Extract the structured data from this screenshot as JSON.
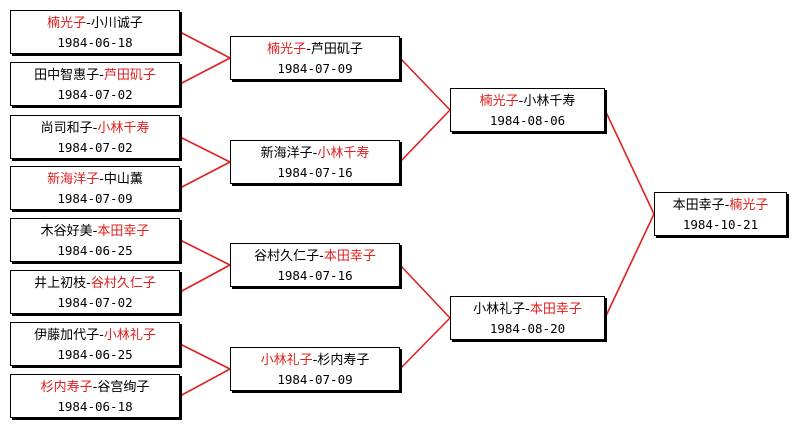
{
  "colors": {
    "winner": "#e02020",
    "text": "#000000",
    "connector": "#e02020",
    "border": "#000000"
  },
  "matches": [
    {
      "id": "r1m1",
      "round": 1,
      "p1": "楠光子",
      "p2": "小川诚子",
      "winner": 1,
      "date": "1984-06-18"
    },
    {
      "id": "r1m2",
      "round": 1,
      "p1": "田中智惠子",
      "p2": "芦田矶子",
      "winner": 2,
      "date": "1984-07-02"
    },
    {
      "id": "r1m3",
      "round": 1,
      "p1": "尚司和子",
      "p2": "小林千寿",
      "winner": 2,
      "date": "1984-07-02"
    },
    {
      "id": "r1m4",
      "round": 1,
      "p1": "新海洋子",
      "p2": "中山薫",
      "winner": 1,
      "date": "1984-07-09"
    },
    {
      "id": "r1m5",
      "round": 1,
      "p1": "木谷好美",
      "p2": "本田幸子",
      "winner": 2,
      "date": "1984-06-25"
    },
    {
      "id": "r1m6",
      "round": 1,
      "p1": "井上初枝",
      "p2": "谷村久仁子",
      "winner": 2,
      "date": "1984-07-02"
    },
    {
      "id": "r1m7",
      "round": 1,
      "p1": "伊藤加代子",
      "p2": "小林礼子",
      "winner": 2,
      "date": "1984-06-25"
    },
    {
      "id": "r1m8",
      "round": 1,
      "p1": "杉内寿子",
      "p2": "谷宫绚子",
      "winner": 1,
      "date": "1984-06-18"
    },
    {
      "id": "r2m1",
      "round": 2,
      "p1": "楠光子",
      "p2": "芦田矶子",
      "winner": 1,
      "date": "1984-07-09"
    },
    {
      "id": "r2m2",
      "round": 2,
      "p1": "新海洋子",
      "p2": "小林千寿",
      "winner": 2,
      "date": "1984-07-16"
    },
    {
      "id": "r2m3",
      "round": 2,
      "p1": "谷村久仁子",
      "p2": "本田幸子",
      "winner": 2,
      "date": "1984-07-16"
    },
    {
      "id": "r2m4",
      "round": 2,
      "p1": "小林礼子",
      "p2": "杉内寿子",
      "winner": 1,
      "date": "1984-07-09"
    },
    {
      "id": "r3m1",
      "round": 3,
      "p1": "楠光子",
      "p2": "小林千寿",
      "winner": 1,
      "date": "1984-08-06"
    },
    {
      "id": "r3m2",
      "round": 3,
      "p1": "小林礼子",
      "p2": "本田幸子",
      "winner": 2,
      "date": "1984-08-20"
    },
    {
      "id": "final",
      "round": 4,
      "p1": "本田幸子",
      "p2": "楠光子",
      "winner": 2,
      "date": "1984-10-21"
    }
  ],
  "links": [
    [
      "r1m1",
      "r2m1"
    ],
    [
      "r1m2",
      "r2m1"
    ],
    [
      "r1m3",
      "r2m2"
    ],
    [
      "r1m4",
      "r2m2"
    ],
    [
      "r1m5",
      "r2m3"
    ],
    [
      "r1m6",
      "r2m3"
    ],
    [
      "r1m7",
      "r2m4"
    ],
    [
      "r1m8",
      "r2m4"
    ],
    [
      "r2m1",
      "r3m1"
    ],
    [
      "r2m2",
      "r3m1"
    ],
    [
      "r2m3",
      "r3m2"
    ],
    [
      "r2m4",
      "r3m2"
    ],
    [
      "r3m1",
      "final"
    ],
    [
      "r3m2",
      "final"
    ]
  ]
}
